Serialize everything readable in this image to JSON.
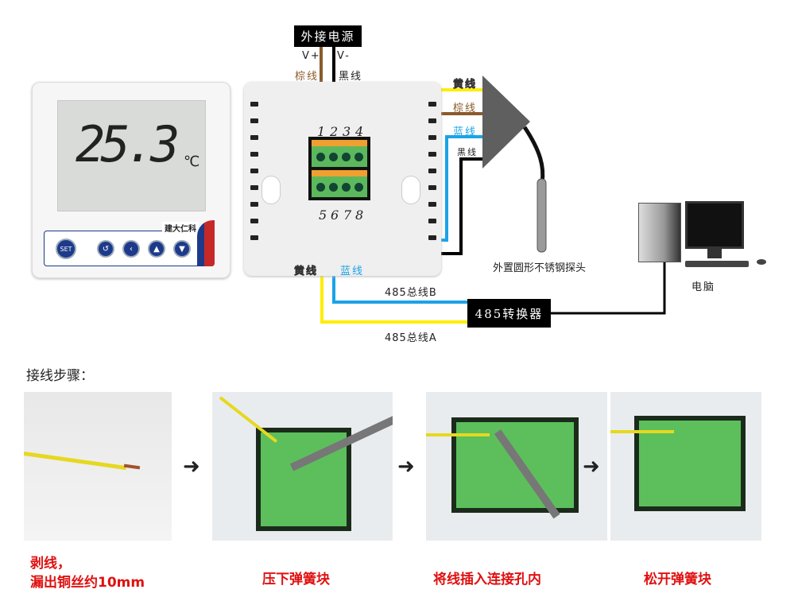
{
  "power_box": {
    "label": "外接电源",
    "vplus": "V+",
    "vminus": "V-",
    "brown": "棕线",
    "black": "黑线"
  },
  "thermostat": {
    "temperature": "25.3",
    "unit": "℃",
    "brand": "建大仁科",
    "buttons": [
      "SET",
      "↺",
      "‹",
      "▲",
      "▼"
    ]
  },
  "terminals": {
    "top": [
      "1",
      "2",
      "3",
      "4"
    ],
    "bottom": [
      "5",
      "6",
      "7",
      "8"
    ]
  },
  "probe_wires": {
    "yellow": "黄线",
    "brown": "棕线",
    "blue": "蓝线",
    "black": "黑线"
  },
  "probe_label": "外置圆形不锈钢探头",
  "bus": {
    "yellow": "黄线",
    "blue": "蓝线",
    "b_label": "485总线B",
    "a_label": "485总线A",
    "converter": "485转换器"
  },
  "computer_label": "电脑",
  "steps": {
    "title": "接线步骤：",
    "arrow": "➜",
    "items": [
      {
        "caption_line1": "剥线，",
        "caption_line2": "漏出铜丝约10mm"
      },
      {
        "caption": "压下弹簧块"
      },
      {
        "caption": "将线插入连接孔内"
      },
      {
        "caption": "松开弹簧块"
      }
    ]
  },
  "colors": {
    "yellow": "#ffee00",
    "brown": "#8b5a2b",
    "blue": "#1aa3e8",
    "black": "#000000",
    "caption": "#e01010",
    "brand_blue": "#1d3a8a"
  }
}
